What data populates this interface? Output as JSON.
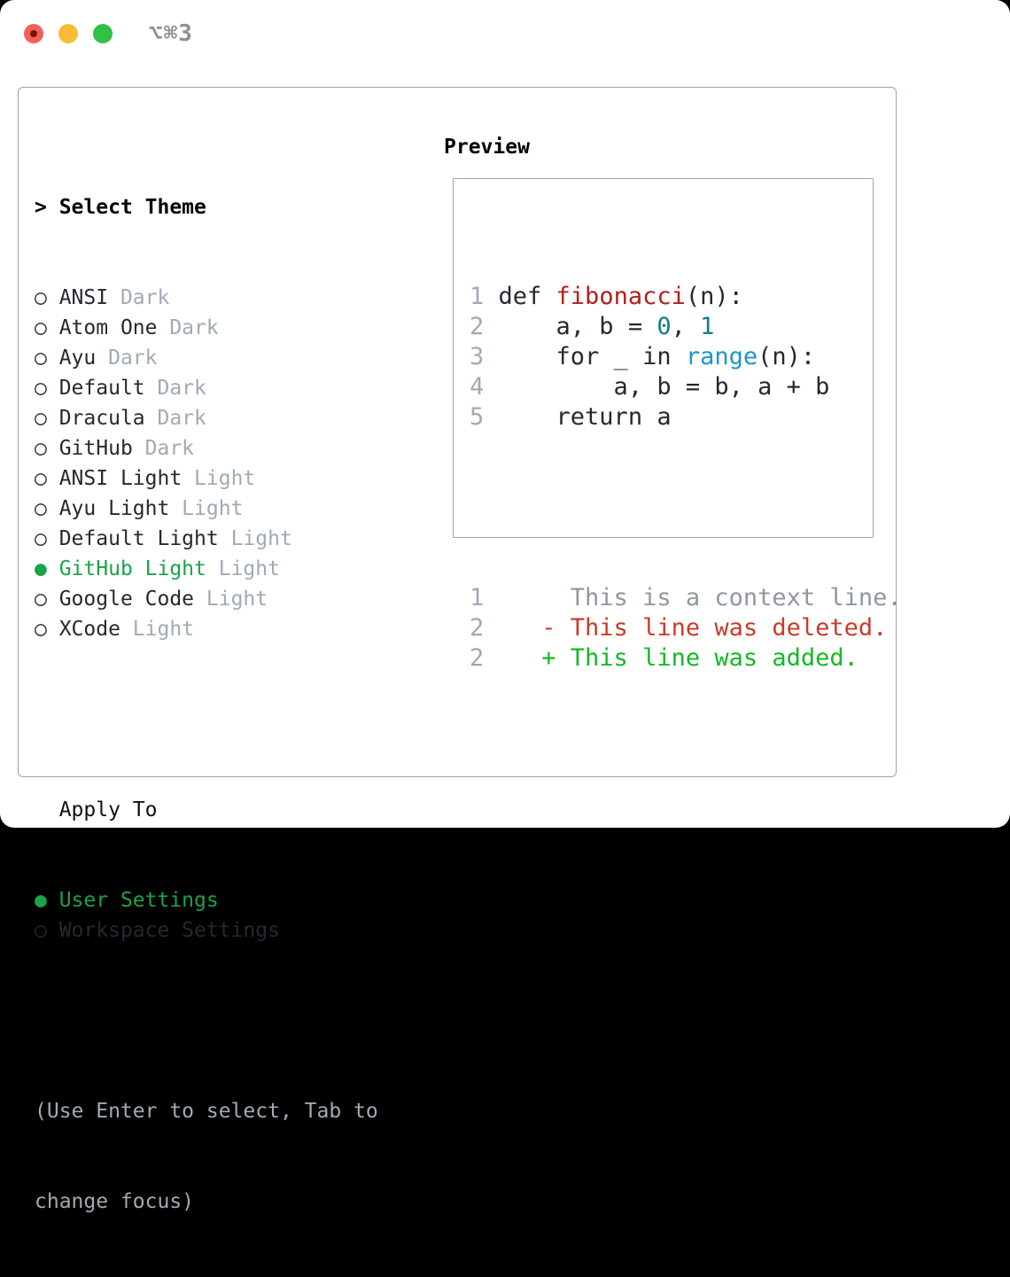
{
  "window": {
    "title": "⌥⌘3",
    "traffic_lights": {
      "close": "close",
      "minimize": "minimize",
      "zoom": "zoom"
    }
  },
  "colors": {
    "text": "#24292f",
    "muted": "#a0aab4",
    "accent_green": "#1aa34a",
    "function_red": "#b0211a",
    "number_teal": "#0e7e86",
    "builtin_blue": "#1e96c8",
    "diff_deleted_red": "#cb3a2a",
    "diff_added_green": "#13b927",
    "border_gray": "#9aa3ad"
  },
  "icons": {
    "bullet_selected": "●",
    "bullet_unselected": "○",
    "prompt_arrow": ">"
  },
  "theme_panel": {
    "prompt": "> ",
    "heading": "Select Theme",
    "themes": [
      {
        "name": "ANSI",
        "variant": "Dark",
        "selected": false
      },
      {
        "name": "Atom One",
        "variant": "Dark",
        "selected": false
      },
      {
        "name": "Ayu",
        "variant": "Dark",
        "selected": false
      },
      {
        "name": "Default",
        "variant": "Dark",
        "selected": false
      },
      {
        "name": "Dracula",
        "variant": "Dark",
        "selected": false
      },
      {
        "name": "GitHub",
        "variant": "Dark",
        "selected": false
      },
      {
        "name": "ANSI Light",
        "variant": "Light",
        "selected": false
      },
      {
        "name": "Ayu Light",
        "variant": "Light",
        "selected": false
      },
      {
        "name": "Default Light",
        "variant": "Light",
        "selected": false
      },
      {
        "name": "GitHub Light",
        "variant": "Light",
        "selected": true
      },
      {
        "name": "Google Code",
        "variant": "Light",
        "selected": false
      },
      {
        "name": "XCode",
        "variant": "Light",
        "selected": false
      }
    ],
    "apply_to": {
      "heading": "  Apply To",
      "options": [
        {
          "label": "User Settings",
          "selected": true
        },
        {
          "label": "Workspace Settings",
          "selected": false
        }
      ]
    },
    "hint_lines": [
      "(Use Enter to select, Tab to",
      "change focus)"
    ]
  },
  "preview": {
    "heading": "Preview",
    "code_lines": [
      [
        {
          "t": "1 ",
          "c": "ln"
        },
        {
          "t": "def ",
          "c": "code"
        },
        {
          "t": "fibonacci",
          "c": "func"
        },
        {
          "t": "(n):",
          "c": "code"
        }
      ],
      [
        {
          "t": "2 ",
          "c": "ln"
        },
        {
          "t": "    a, b = ",
          "c": "code"
        },
        {
          "t": "0",
          "c": "num"
        },
        {
          "t": ", ",
          "c": "code"
        },
        {
          "t": "1",
          "c": "num"
        }
      ],
      [
        {
          "t": "3 ",
          "c": "ln"
        },
        {
          "t": "    for _ in ",
          "c": "code"
        },
        {
          "t": "range",
          "c": "builtin"
        },
        {
          "t": "(n):",
          "c": "code"
        }
      ],
      [
        {
          "t": "4 ",
          "c": "ln"
        },
        {
          "t": "        a, b = b, a + b",
          "c": "code"
        }
      ],
      [
        {
          "t": "5 ",
          "c": "ln"
        },
        {
          "t": "    return a",
          "c": "code"
        }
      ]
    ],
    "diff_lines": [
      [
        {
          "t": "1 ",
          "c": "ln"
        },
        {
          "t": "     This is a context line.",
          "c": "ctx"
        }
      ],
      [
        {
          "t": "2 ",
          "c": "ln"
        },
        {
          "t": "   - This line was deleted.",
          "c": "del"
        }
      ],
      [
        {
          "t": "2 ",
          "c": "ln"
        },
        {
          "t": "   + This line was added.",
          "c": "add"
        }
      ]
    ]
  }
}
